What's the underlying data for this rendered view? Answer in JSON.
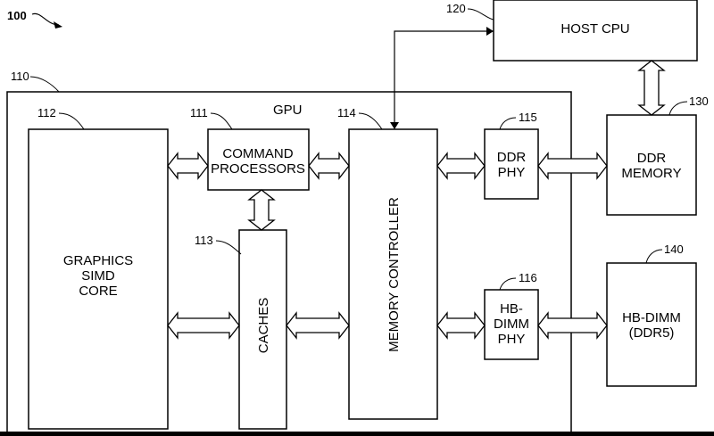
{
  "figure_ref": "100",
  "host_cpu": {
    "ref": "120",
    "label": "HOST CPU"
  },
  "gpu": {
    "ref": "110",
    "label": "GPU"
  },
  "simd_core": {
    "ref": "112",
    "lines": [
      "GRAPHICS",
      "SIMD",
      "CORE"
    ]
  },
  "command_processors": {
    "ref": "111",
    "lines": [
      "COMMAND",
      "PROCESSORS"
    ]
  },
  "caches": {
    "ref": "113",
    "label": "CACHES"
  },
  "memory_controller": {
    "ref": "114",
    "label": "MEMORY CONTROLLER"
  },
  "ddr_phy": {
    "ref": "115",
    "lines": [
      "DDR",
      "PHY"
    ]
  },
  "hbdimm_phy": {
    "ref": "116",
    "lines": [
      "HB-",
      "DIMM",
      "PHY"
    ]
  },
  "ddr_memory": {
    "ref": "130",
    "lines": [
      "DDR",
      "MEMORY"
    ]
  },
  "hbdimm": {
    "ref": "140",
    "lines": [
      "HB-DIMM",
      "(DDR5)"
    ]
  }
}
